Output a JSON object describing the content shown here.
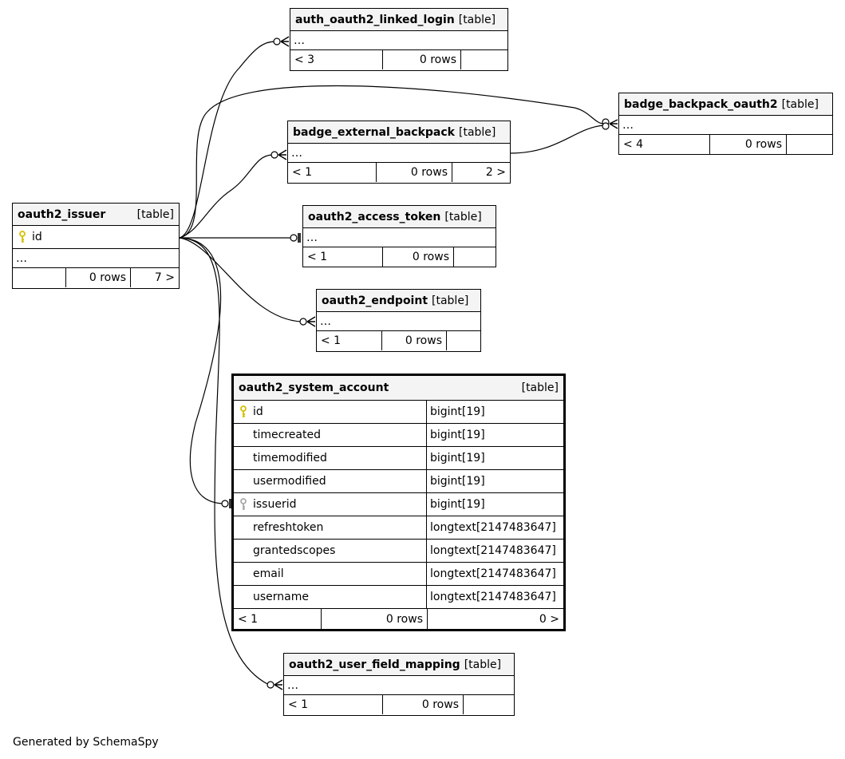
{
  "diagram": {
    "footer": "Generated by SchemaSpy",
    "kind_label": "[table]",
    "ellipsis": "…",
    "tables": {
      "auth_oauth2_linked_login": {
        "name": "auth_oauth2_linked_login",
        "children": "< 3",
        "rows": "0 rows",
        "parents": ""
      },
      "badge_backpack_oauth2": {
        "name": "badge_backpack_oauth2",
        "children": "< 4",
        "rows": "0 rows",
        "parents": ""
      },
      "badge_external_backpack": {
        "name": "badge_external_backpack",
        "children": "< 1",
        "rows": "0 rows",
        "parents": "2 >"
      },
      "oauth2_issuer": {
        "name": "oauth2_issuer",
        "pk_column": "id",
        "children": "",
        "rows": "0 rows",
        "parents": "7 >"
      },
      "oauth2_access_token": {
        "name": "oauth2_access_token",
        "children": "< 1",
        "rows": "0 rows",
        "parents": ""
      },
      "oauth2_endpoint": {
        "name": "oauth2_endpoint",
        "children": "< 1",
        "rows": "0 rows",
        "parents": ""
      },
      "oauth2_system_account": {
        "name": "oauth2_system_account",
        "columns": [
          {
            "name": "id",
            "type": "bigint[19]",
            "key": "primary"
          },
          {
            "name": "timecreated",
            "type": "bigint[19]",
            "key": ""
          },
          {
            "name": "timemodified",
            "type": "bigint[19]",
            "key": ""
          },
          {
            "name": "usermodified",
            "type": "bigint[19]",
            "key": ""
          },
          {
            "name": "issuerid",
            "type": "bigint[19]",
            "key": "foreign"
          },
          {
            "name": "refreshtoken",
            "type": "longtext[2147483647]",
            "key": ""
          },
          {
            "name": "grantedscopes",
            "type": "longtext[2147483647]",
            "key": ""
          },
          {
            "name": "email",
            "type": "longtext[2147483647]",
            "key": ""
          },
          {
            "name": "username",
            "type": "longtext[2147483647]",
            "key": ""
          }
        ],
        "children": "< 1",
        "rows": "0 rows",
        "parents": "0 >"
      },
      "oauth2_user_field_mapping": {
        "name": "oauth2_user_field_mapping",
        "children": "< 1",
        "rows": "0 rows",
        "parents": ""
      }
    },
    "colors": {
      "primary_key": "#d4c000",
      "foreign_key": "#aaaaaa",
      "header_bg": "#f4f4f4",
      "line": "#000000"
    },
    "icons": {
      "primary_key": "key-icon",
      "foreign_key": "foreign-key-icon"
    }
  }
}
